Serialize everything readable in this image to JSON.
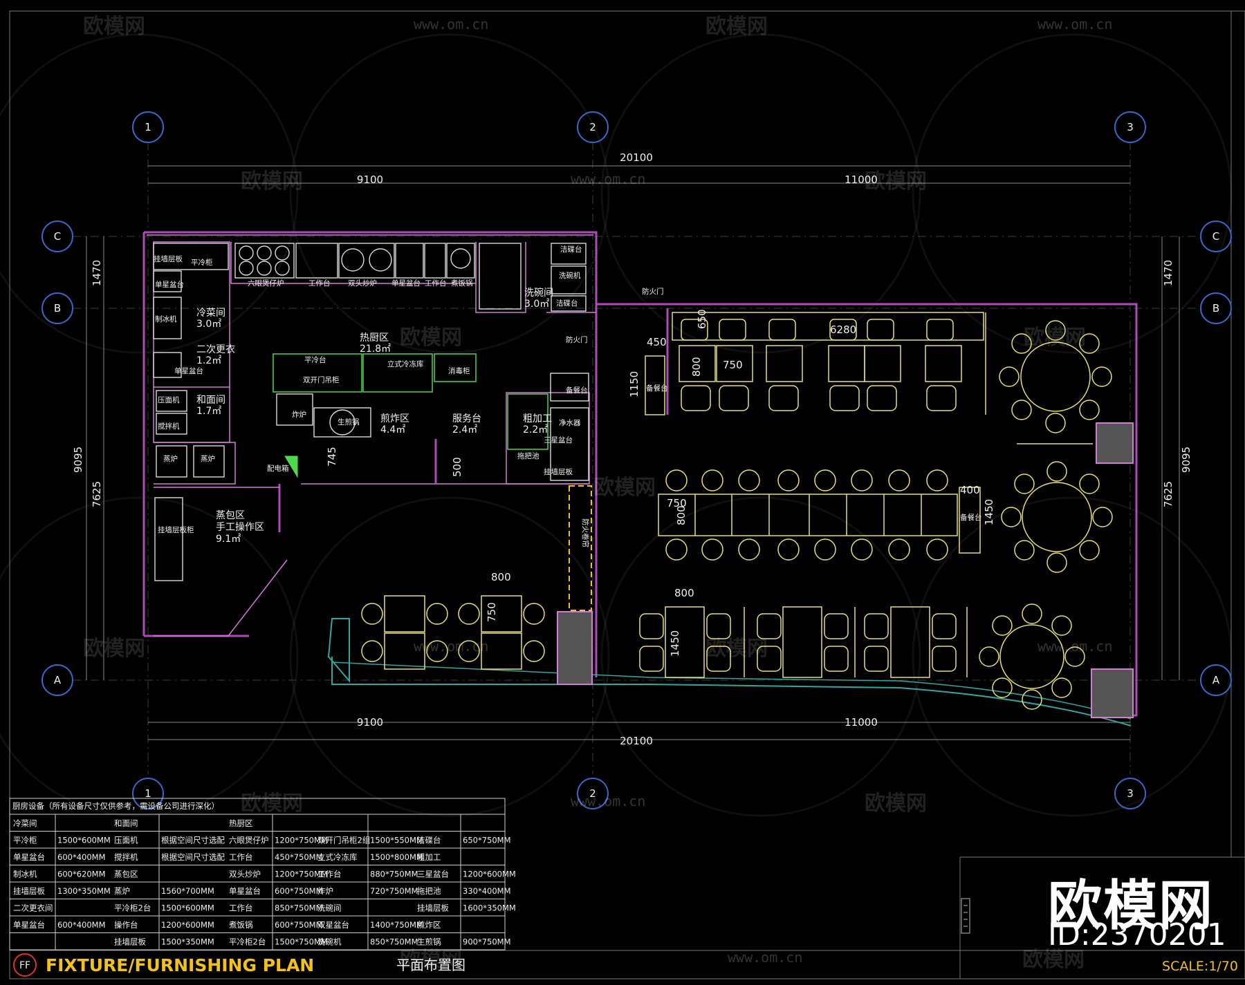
{
  "drawing": {
    "title": "FIXTURE/FURNISHING PLAN",
    "subtitle": "平面布置图",
    "code": "FF",
    "scale": "SCALE:1/70"
  },
  "grid_bubbles": {
    "col1": "1",
    "col2": "2",
    "col3": "3",
    "rowA": "A",
    "rowB": "B",
    "rowC": "C"
  },
  "dimensions": {
    "total_top": "20100",
    "seg1_top": "9100",
    "seg2_top": "11000",
    "total_bottom": "20100",
    "seg1_bottom": "9100",
    "seg2_bottom": "11000",
    "left_1470": "1470",
    "left_9095": "9095",
    "left_7625": "7625",
    "right_1470": "1470",
    "right_9095": "9095",
    "right_7625": "7625",
    "d6280": "6280",
    "d450": "450",
    "d650": "650",
    "d1150": "1150",
    "d800a": "800",
    "d750a": "750",
    "d745": "745",
    "d500": "500",
    "d750b": "750",
    "d800b": "800",
    "d400": "400",
    "d1450a": "1450",
    "d800c": "800",
    "d750c": "750",
    "d800d": "800",
    "d1450b": "1450"
  },
  "rooms": {
    "cold_room": "冷菜间",
    "cold_area": "3.0㎡",
    "change_room": "二次更衣",
    "change_area": "1.2㎡",
    "dough_room": "和面间",
    "dough_area": "1.7㎡",
    "steam_zone": "蒸包区",
    "steam_zone2": "手工操作区",
    "steam_area": "9.1㎡",
    "hot_kitchen": "热厨区",
    "hot_area": "21.8㎡",
    "fry_zone": "煎炸区",
    "fry_area": "4.4㎡",
    "service": "服务台",
    "service_area": "2.4㎡",
    "rough": "粗加工",
    "rough_area": "2.2㎡",
    "wash": "洗碗间",
    "wash_area": "3.0㎡",
    "fire_door1": "防火门",
    "fire_door2": "防火门",
    "fire_shutter": "防火卷帘"
  },
  "equipment": {
    "e1": "挂墙层板",
    "e2": "平冷柜",
    "e3": "单星盆台",
    "e4": "制冰机",
    "e5": "单星盆台",
    "e6": "压面机",
    "e7": "搅拌机",
    "e8": "蒸炉",
    "e9": "蒸炉",
    "e10": "挂墙层板柜",
    "e11": "配电箱",
    "e12": "炸炉",
    "e13": "生煎锅",
    "e14": "六眼煲仔炉",
    "e15": "工作台",
    "e16": "双头炒炉",
    "e17": "单星盆台",
    "e18": "工作台",
    "e19": "煮饭锅",
    "e20": "平冷台",
    "e21": "双开门吊柜",
    "e22": "立式冷冻库",
    "e23": "消毒柜",
    "e24": "洁碟台",
    "e25": "洗碗机",
    "e26": "洁碟台",
    "e27": "备餐台",
    "e28": "净水器",
    "e29": "三星盆台",
    "e30": "拖把池",
    "e31": "挂墙层板",
    "e32": "备餐台",
    "e33": "备餐台"
  },
  "schedule": {
    "title": "厨房设备（所有设备尺寸仅供参考，需设备公司进行深化）",
    "headers": [
      "冷菜间",
      "",
      "和面间",
      "",
      "热厨区",
      "",
      "",
      "",
      "",
      ""
    ],
    "rows": [
      [
        "平冷柜",
        "1500*600MM",
        "压面机",
        "根据空间尺寸选配",
        "六眼煲仔炉",
        "1200*750MM",
        "双开门吊柜2组",
        "1500*550MM",
        "洁碟台",
        "650*750MM"
      ],
      [
        "单星盆台",
        "600*400MM",
        "搅拌机",
        "根据空间尺寸选配",
        "工作台",
        "450*750MM",
        "立式冷冻库",
        "1500*800MM",
        "粗加工",
        ""
      ],
      [
        "制冰机",
        "600*620MM",
        "蒸包区",
        "",
        "双头炒炉",
        "1200*750MM",
        "工作台",
        "880*750MM",
        "三星盆台",
        "1200*600MM"
      ],
      [
        "挂墙层板",
        "1300*350MM",
        "蒸炉",
        "1560*700MM",
        "单星盆台",
        "600*750MM",
        "炸炉",
        "720*750MM",
        "拖把池",
        "330*400MM"
      ],
      [
        "二次更衣间",
        "",
        "平冷柜2台",
        "1500*600MM",
        "工作台",
        "850*750MM",
        "洗碗间",
        "",
        "挂墙层板",
        "1600*350MM"
      ],
      [
        "单星盆台",
        "600*400MM",
        "操作台",
        "1200*600MM",
        "煮饭锅",
        "600*750MM",
        "双星盆台",
        "1400*750MM",
        "煎炸区",
        ""
      ],
      [
        "",
        "",
        "挂墙层板",
        "1500*350MM",
        "平冷柜2台",
        "1500*750MM",
        "洗碗机",
        "850*750MM",
        "生煎锅",
        "900*750MM"
      ]
    ]
  },
  "watermark": {
    "brand": "欧模网",
    "url": "www.om.cn",
    "big_brand": "欧模网",
    "id": "ID:2370201"
  },
  "colors": {
    "background": "#000000",
    "wall": "#b04ab8",
    "furniture": "#e8e070",
    "grid_bubble": "#3a66c8",
    "fire_shutter": "#f2c21a"
  }
}
